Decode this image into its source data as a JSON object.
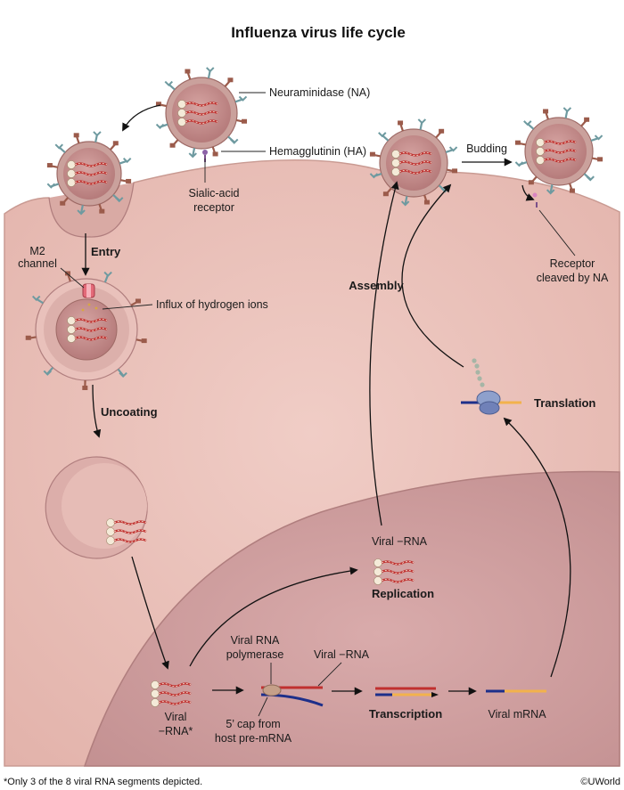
{
  "title": "Influenza virus life cycle",
  "labels": {
    "neuraminidase": "Neuraminidase (NA)",
    "hemagglutinin": "Hemagglutinin (HA)",
    "sialic_1": "Sialic-acid",
    "sialic_2": "receptor",
    "budding": "Budding",
    "entry": "Entry",
    "m2_1": "M2",
    "m2_2": "channel",
    "influx": "Influx of hydrogen ions",
    "assembly": "Assembly",
    "receptor_cleaved_1": "Receptor",
    "receptor_cleaved_2": "cleaved by NA",
    "translation": "Translation",
    "uncoating": "Uncoating",
    "viral_neg_rna_top": "Viral −RNA",
    "replication": "Replication",
    "polymerase_1": "Viral RNA",
    "polymerase_2": "polymerase",
    "viral_neg_rna_mid": "Viral −RNA",
    "viral_rna_star_1": "Viral",
    "viral_rna_star_2": "−RNA*",
    "cap_1": "5’ cap from",
    "cap_2": "host pre-mRNA",
    "transcription": "Transcription",
    "viral_mrna": "Viral mRNA"
  },
  "footnote": "*Only 3 of the 8 viral RNA segments depicted.",
  "copyright": "©UWorld",
  "colors": {
    "cytoplasm": "#ecc6bf",
    "nucleus": "#d7a7a4",
    "virion_fill": "#c48a8a",
    "rna_red": "#c0302f",
    "rna_cream": "#f4ead8",
    "na_spike": "#9b5b4b",
    "ha_spike": "#6e9aa0",
    "polymerase": "#7e8fbd",
    "mrna_blue": "#1d2f8a",
    "mrna_orange": "#f2b24c"
  }
}
